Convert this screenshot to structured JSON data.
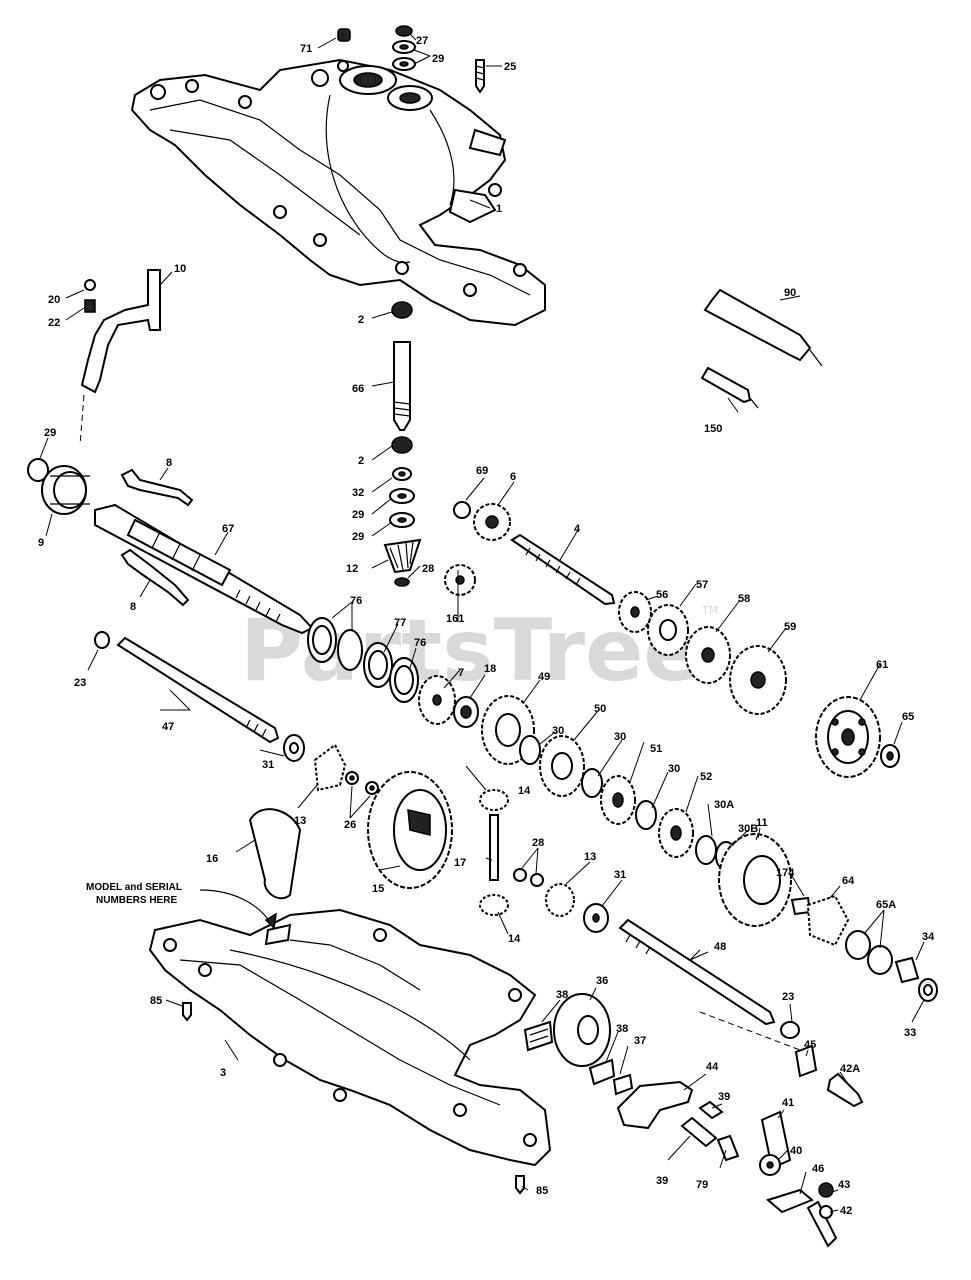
{
  "watermark": {
    "text": "PartsTree",
    "trademark": "TM"
  },
  "note": {
    "line1": "MODEL and SERIAL",
    "line2": "NUMBERS HERE"
  },
  "callouts": {
    "c71": "71",
    "c27": "27",
    "c29a": "29",
    "c25": "25",
    "c1": "1",
    "c10": "10",
    "c20": "20",
    "c22": "22",
    "c2a": "2",
    "c90": "90",
    "c66": "66",
    "c150": "150",
    "c29b": "29",
    "c9": "9",
    "c8a": "8",
    "c2b": "2",
    "c32": "32",
    "c29c": "29",
    "c29d": "29",
    "c69": "69",
    "c6": "6",
    "c4": "4",
    "c67": "67",
    "c12": "12",
    "c28a": "28",
    "c161": "161",
    "c56": "56",
    "c57": "57",
    "c58": "58",
    "c59": "59",
    "c8b": "8",
    "c76a": "76",
    "c77": "77",
    "c76b": "76",
    "c7": "7",
    "c18": "18",
    "c49": "49",
    "c23a": "23",
    "c30a": "30",
    "c50": "50",
    "c30b": "30",
    "c51": "51",
    "c30c": "30",
    "c52": "52",
    "c30A": "30A",
    "c30B": "30B",
    "c61": "61",
    "c65": "65",
    "c47": "47",
    "c31a": "31",
    "c13a": "13",
    "c26": "26",
    "c14a": "14",
    "c28b": "28",
    "c11": "11",
    "c16": "16",
    "c17": "17",
    "c15": "15",
    "c13b": "13",
    "c31b": "31",
    "c174": "174",
    "c64": "64",
    "c65A": "65A",
    "c34": "34",
    "c14b": "14",
    "c48": "48",
    "c33": "33",
    "c85a": "85",
    "c38a": "38",
    "c36": "36",
    "c38b": "38",
    "c37": "37",
    "c23b": "23",
    "c45": "45",
    "c42A": "42A",
    "c3": "3",
    "c44": "44",
    "c39a": "39",
    "c41": "41",
    "c40": "40",
    "c46": "46",
    "c39b": "39",
    "c79": "79",
    "c43": "43",
    "c42": "42",
    "c85b": "85"
  }
}
